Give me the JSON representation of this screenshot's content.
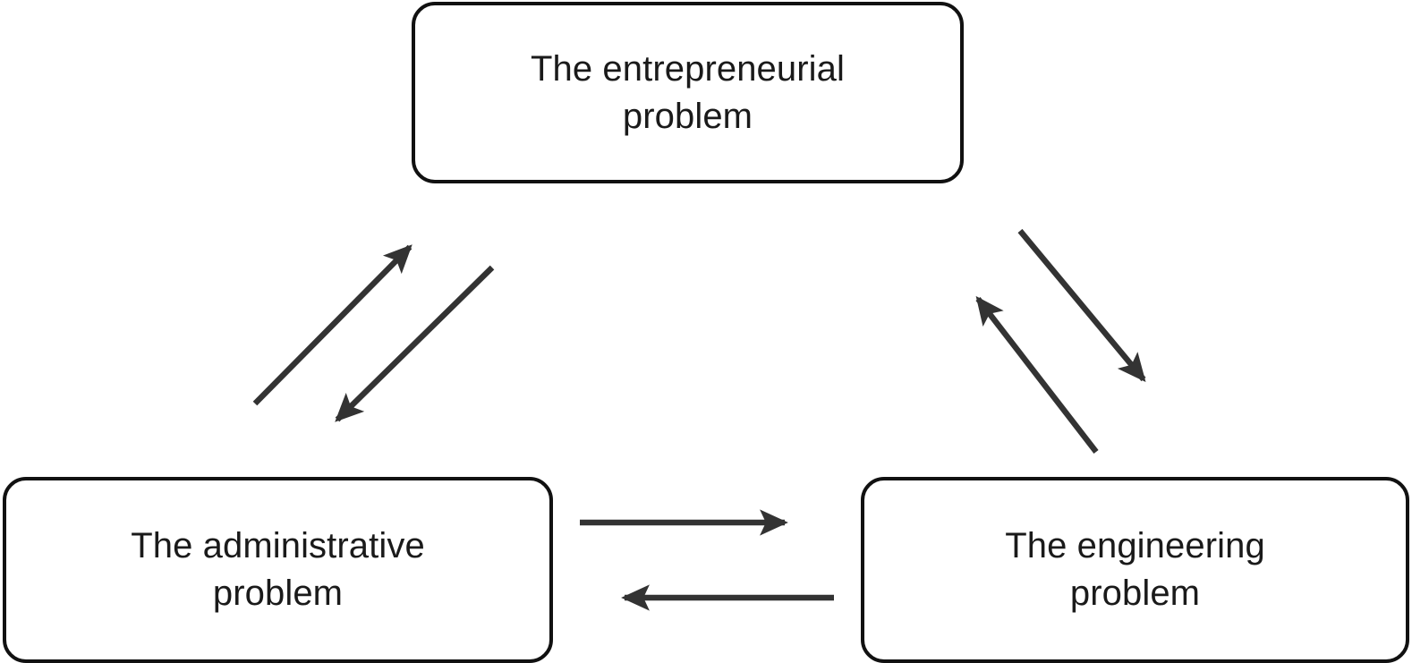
{
  "diagram": {
    "type": "cycle-diagram",
    "background_color": "#ffffff",
    "node_border_color": "#111111",
    "node_fill_color": "#ffffff",
    "edge_color": "#333333",
    "text_color": "#1a1a1a",
    "nodes": [
      {
        "id": "entrepreneurial",
        "label": "The entrepreneurial\nproblem",
        "line1": "The entrepreneurial",
        "line2": "problem",
        "position": "top-center"
      },
      {
        "id": "administrative",
        "label": "The administrative\nproblem",
        "line1": "The administrative",
        "line2": "problem",
        "position": "bottom-left"
      },
      {
        "id": "engineering",
        "label": "The engineering\nproblem",
        "line1": "The engineering",
        "line2": "problem",
        "position": "bottom-right"
      }
    ],
    "edges": [
      {
        "id": "administrative-to-entrepreneurial",
        "from": "administrative",
        "to": "entrepreneurial",
        "direction": "up-right",
        "arrowhead": "end"
      },
      {
        "id": "entrepreneurial-to-administrative",
        "from": "entrepreneurial",
        "to": "administrative",
        "direction": "down-left",
        "arrowhead": "end"
      },
      {
        "id": "entrepreneurial-to-engineering",
        "from": "entrepreneurial",
        "to": "engineering",
        "direction": "down-right",
        "arrowhead": "end"
      },
      {
        "id": "engineering-to-entrepreneurial",
        "from": "engineering",
        "to": "entrepreneurial",
        "direction": "up-left",
        "arrowhead": "end"
      },
      {
        "id": "administrative-to-engineering",
        "from": "administrative",
        "to": "engineering",
        "direction": "right",
        "arrowhead": "end"
      },
      {
        "id": "engineering-to-administrative",
        "from": "engineering",
        "to": "administrative",
        "direction": "left",
        "arrowhead": "end"
      }
    ]
  }
}
